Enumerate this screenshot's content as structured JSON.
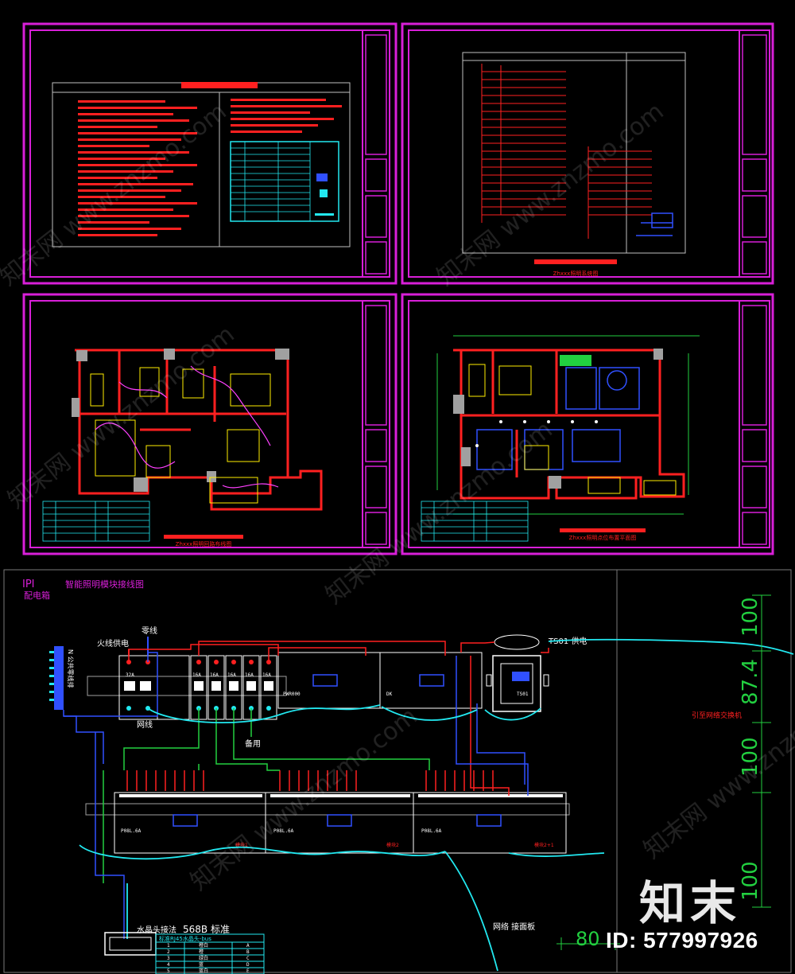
{
  "sheets": {
    "top_right_caption": "Zhxxx照明系统图",
    "bottom_left_caption": "Zhxxx照明回路布线图",
    "bottom_right_caption": "Zhxxx照明点位布置平面图"
  },
  "wiring": {
    "ipi_label": "IPI",
    "panel_label": "配电箱",
    "title": "智能照明模块接线图",
    "live_label": "火线供电",
    "neutral_label": "零线",
    "ground_label": "网线",
    "spare_label": "备用",
    "ts01_label": "TS01 供电",
    "switch_label": "引至网络交换机",
    "crystal_label": "水晶头接法",
    "standard_label": "568B 标准",
    "panel_port_label": "网络\n接面板",
    "module_pwr": "PWR000",
    "module_dk": "DK",
    "module_ts": "TS01",
    "relay_labels": [
      "P08L.6A",
      "P08L.6A",
      "P08L.6A"
    ],
    "relay_tags": [
      "模块1",
      "模块2",
      "模块2+1"
    ],
    "nbus_label": "N 公共零线排",
    "breaker_labels": [
      "32A",
      "16A",
      "16A",
      "16A",
      "16A",
      "16A"
    ],
    "table_header": "标准RJ45水晶头-bus",
    "table_rows": [
      "1",
      "2",
      "3",
      "4",
      "5"
    ],
    "table_col_a": [
      "橙白",
      "橙",
      "绿白",
      "蓝",
      "蓝白"
    ],
    "table_col_b": [
      "A",
      "B",
      "C",
      "D",
      "E"
    ]
  },
  "dimensions": {
    "values": [
      "100",
      "87.4",
      "100",
      "100"
    ],
    "bottom": "80"
  },
  "watermark": {
    "text": "知末网 www.znzmo.com",
    "brand": "知末",
    "id_text": "ID: 577997926"
  },
  "colors": {
    "sheet_border": "#d81fd8",
    "red": "#ff2020",
    "cyan": "#22e8f0",
    "green": "#22d040",
    "blue": "#3050ff",
    "yellow": "#ffee00"
  }
}
